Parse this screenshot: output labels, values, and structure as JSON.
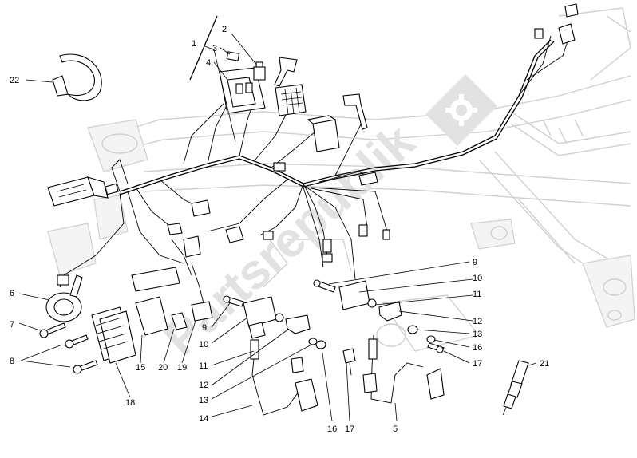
{
  "watermark": {
    "text": "Partsrepublik",
    "color": "#e0e0e0",
    "icon": "gear-icon"
  },
  "callouts": [
    {
      "id": "c1",
      "label": "1"
    },
    {
      "id": "c2",
      "label": "2"
    },
    {
      "id": "c3",
      "label": "3"
    },
    {
      "id": "c4",
      "label": "4"
    },
    {
      "id": "c5",
      "label": "5"
    },
    {
      "id": "c6",
      "label": "6"
    },
    {
      "id": "c7",
      "label": "7"
    },
    {
      "id": "c8",
      "label": "8"
    },
    {
      "id": "c9a",
      "label": "9"
    },
    {
      "id": "c9b",
      "label": "9"
    },
    {
      "id": "c10a",
      "label": "10"
    },
    {
      "id": "c10b",
      "label": "10"
    },
    {
      "id": "c11a",
      "label": "11"
    },
    {
      "id": "c11b",
      "label": "11"
    },
    {
      "id": "c12a",
      "label": "12"
    },
    {
      "id": "c12b",
      "label": "12"
    },
    {
      "id": "c13a",
      "label": "13"
    },
    {
      "id": "c13b",
      "label": "13"
    },
    {
      "id": "c14",
      "label": "14"
    },
    {
      "id": "c15",
      "label": "15"
    },
    {
      "id": "c16a",
      "label": "16"
    },
    {
      "id": "c16b",
      "label": "16"
    },
    {
      "id": "c17a",
      "label": "17"
    },
    {
      "id": "c17b",
      "label": "17"
    },
    {
      "id": "c18",
      "label": "18"
    },
    {
      "id": "c19",
      "label": "19"
    },
    {
      "id": "c20",
      "label": "20"
    },
    {
      "id": "c21",
      "label": "21"
    },
    {
      "id": "c22",
      "label": "22"
    }
  ]
}
